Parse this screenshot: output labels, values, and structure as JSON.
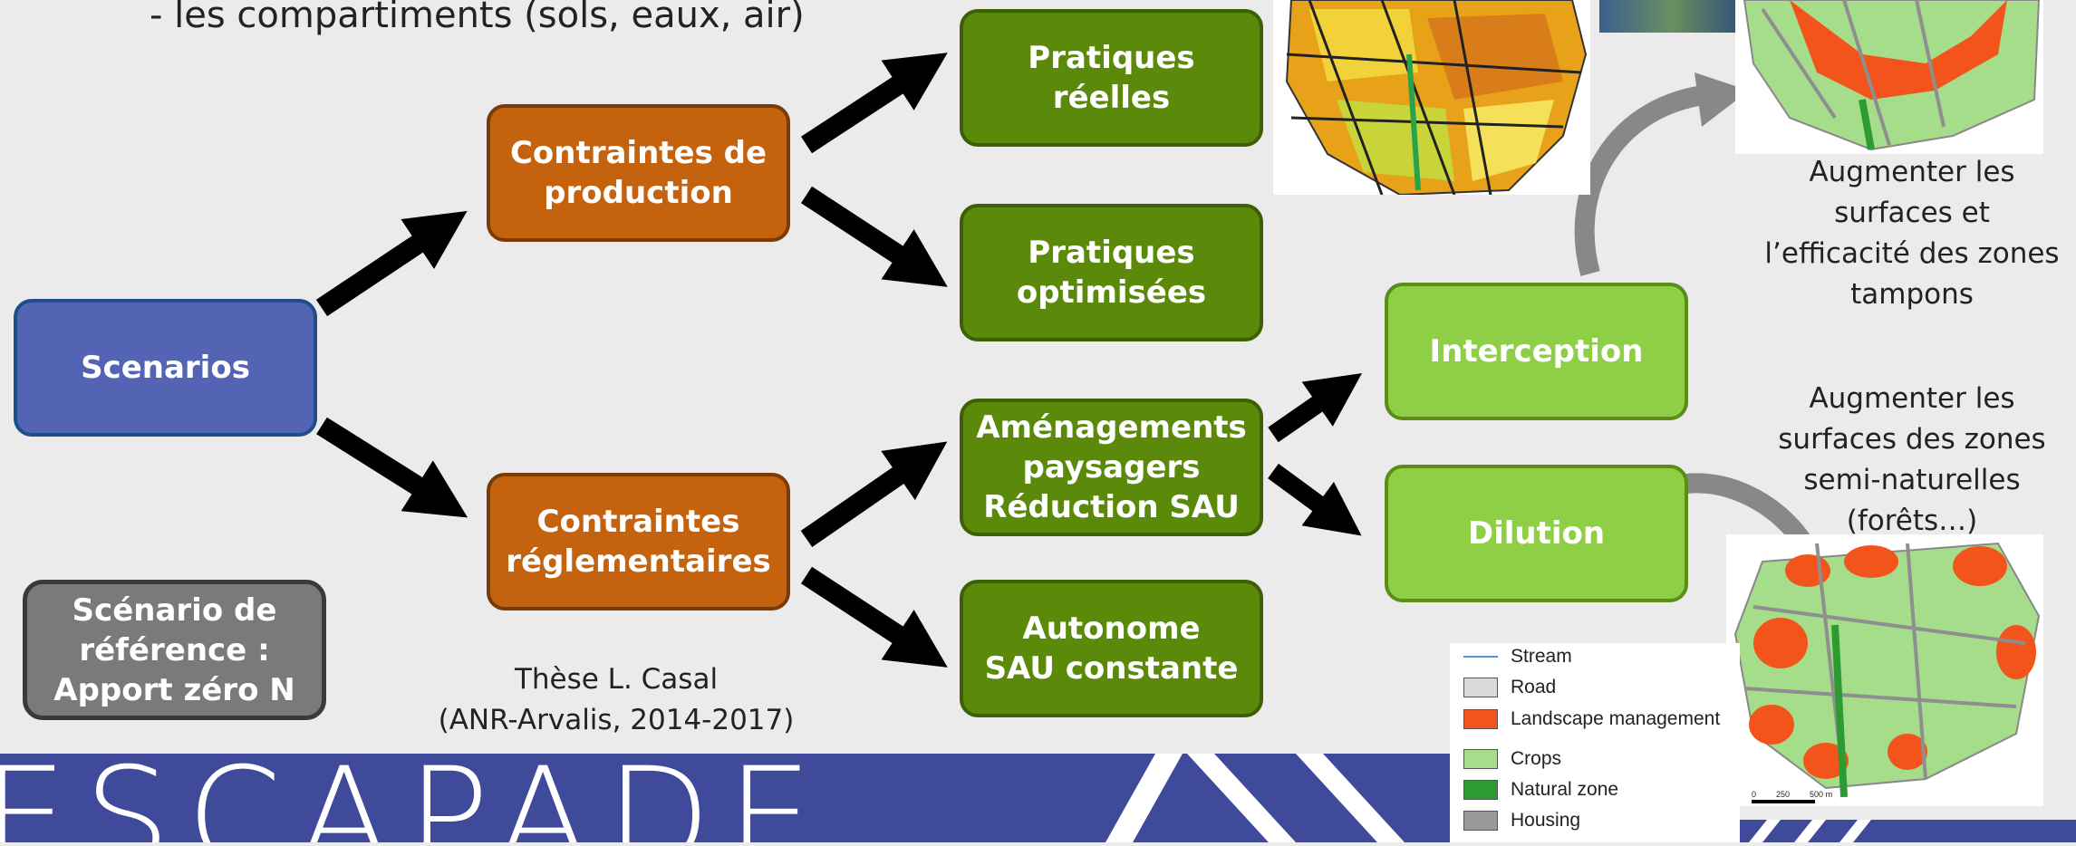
{
  "header": {
    "subtitle_line": "- les compartiments (sols, eaux, air)"
  },
  "nodes": {
    "scenarios": "Scenarios",
    "contraintes_production": "Contraintes de\nproduction",
    "contraintes_reglementaires": "Contraintes\nréglementaires",
    "pratiques_reelles": "Pratiques\nréelles",
    "pratiques_optimisees": "Pratiques\noptimisées",
    "amenagements": "Aménagements\npaysagers\nRéduction SAU",
    "autonome": "Autonome\nSAU constante",
    "interception": "Interception",
    "dilution": "Dilution",
    "scenario_reference": "Scénario de\nréférence :\nApport zéro N"
  },
  "captions": {
    "these": "Thèse L. Casal\n(ANR-Arvalis, 2014-2017)",
    "interception_note": "Augmenter les\nsurfaces et\nl’efficacité des zones\ntampons",
    "dilution_note": "Augmenter les\nsurfaces des zones\nsemi-naturelles\n(forêts…)"
  },
  "legend": [
    {
      "label": "Stream",
      "type": "line",
      "color": "#5b8fd6"
    },
    {
      "label": "Road",
      "type": "box",
      "color": "#d9d9d9"
    },
    {
      "label": "Landscape management",
      "type": "box",
      "color": "#f2541b"
    },
    {
      "label": "Crops",
      "type": "box",
      "color": "#a6dd8b"
    },
    {
      "label": "Natural zone",
      "type": "box",
      "color": "#2e9b32"
    },
    {
      "label": "Housing",
      "type": "box",
      "color": "#9a9a9a"
    }
  ],
  "scale_bar": {
    "labels": [
      "0",
      "250",
      "500 m"
    ]
  },
  "banner": {
    "text": "ESCAPADE"
  },
  "colors": {
    "blue": "#5464b5",
    "orange": "#c4620e",
    "dark_green": "#5b8a0a",
    "light_green": "#8fcf45",
    "gray": "#7a7a7a",
    "banner": "#404a9a"
  }
}
